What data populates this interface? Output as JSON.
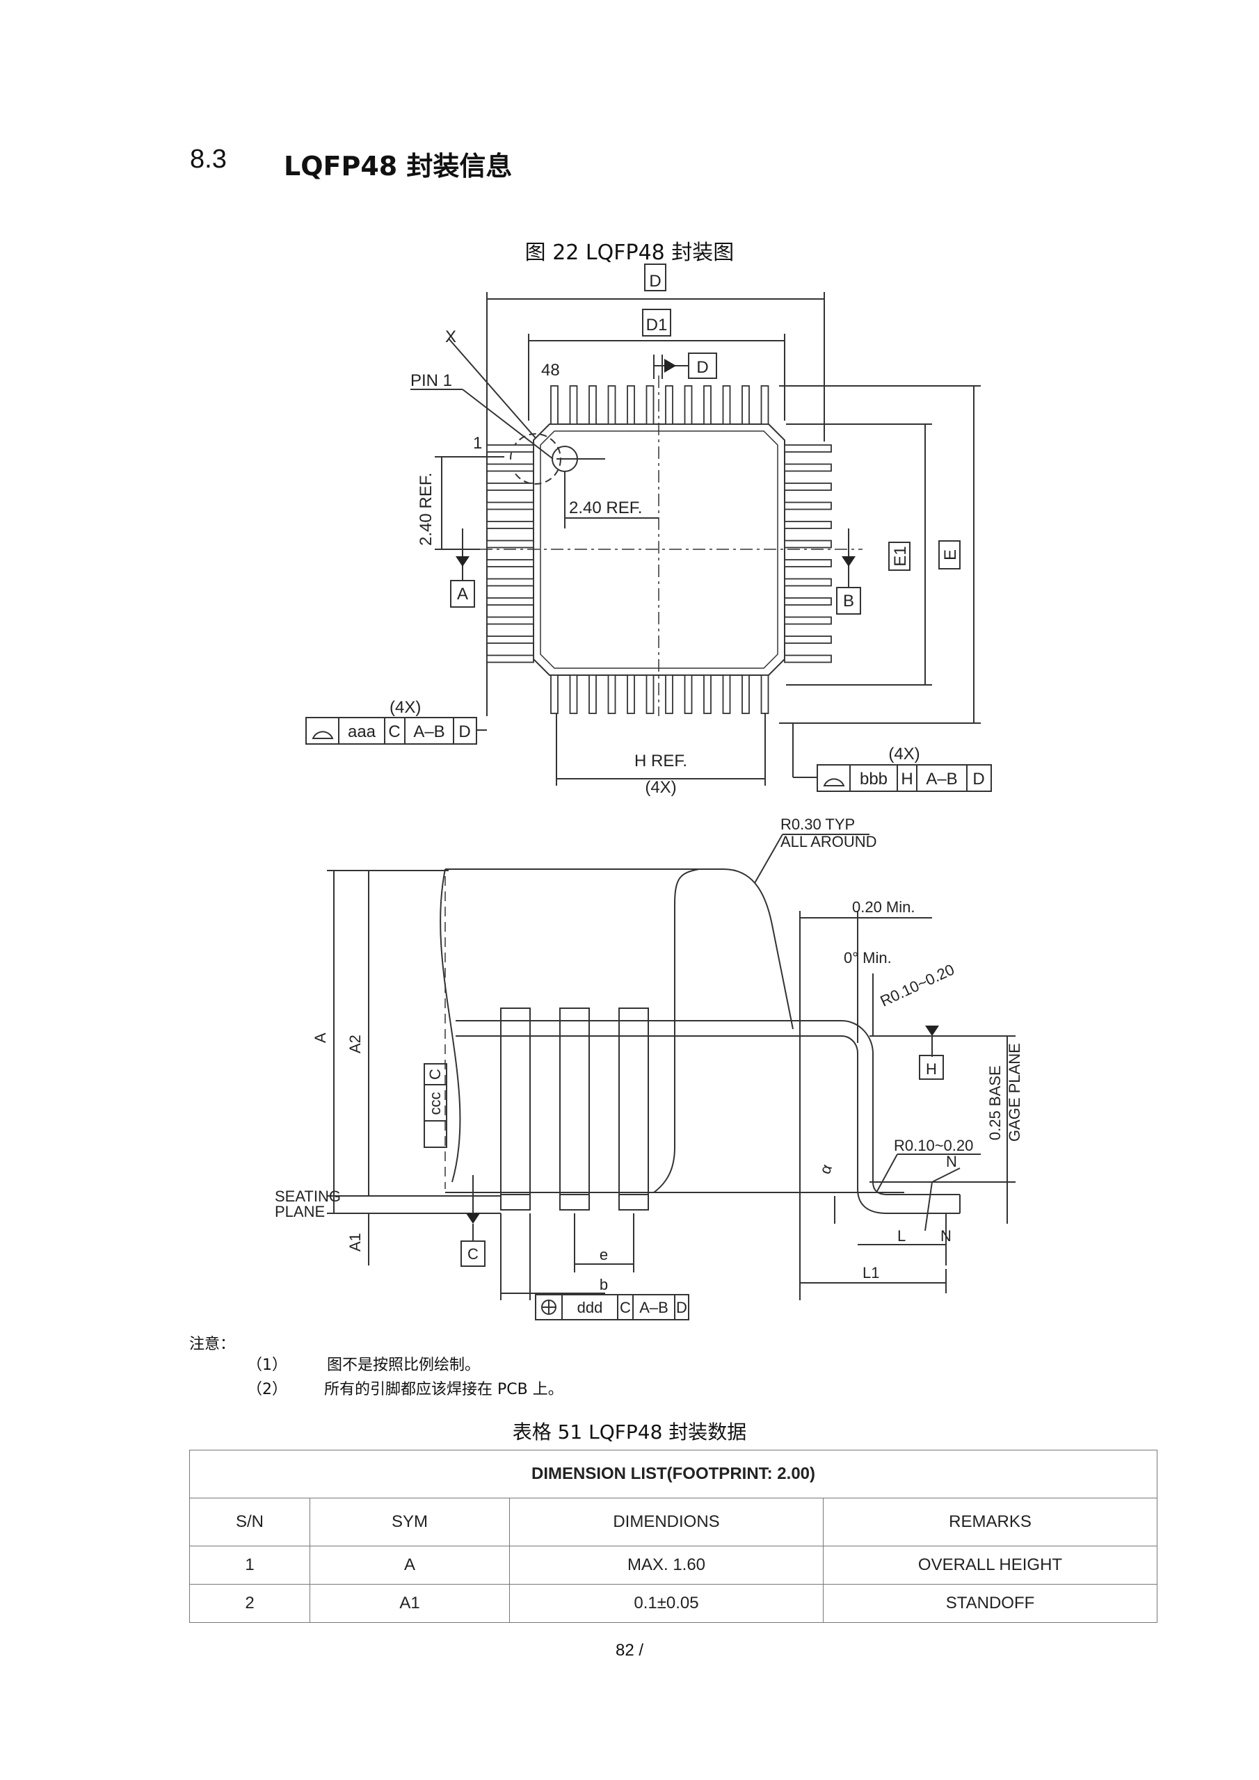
{
  "section": {
    "number": "8.3",
    "title": "LQFP48 封装信息"
  },
  "figure": {
    "caption": "图 22 LQFP48 封装图",
    "top_view_labels": {
      "D": "D",
      "D1": "D1",
      "D_ref": "D",
      "X": "X",
      "pin1": "PIN 1",
      "pin48": "48",
      "pin_one": "1",
      "ref_v": "2.40 REF.",
      "ref_h": "2.40 REF.",
      "A": "A",
      "B": "B",
      "E1": "E1",
      "E": "E",
      "fcf_count_left": "(4X)",
      "fcf_left": [
        "aaa",
        "C",
        "A–B",
        "D"
      ],
      "fcf_count_right": "(4X)",
      "fcf_right": [
        "bbb",
        "H",
        "A–B",
        "D"
      ],
      "h_ref": "H REF.",
      "h_ref_count": "(4X)"
    },
    "side_view_labels": {
      "r030_1": "R0.30 TYP",
      "r030_2": "ALL AROUND",
      "min020": "0.20 Min.",
      "min0": "0° Min.",
      "r010a": "R0.10~0.20",
      "r010b": "R0.10~0.20",
      "H": "H",
      "gage1": "0.25 BASE",
      "gage2": "GAGE PLANE",
      "N1": "N",
      "N2": "N",
      "alpha": "α",
      "L": "L",
      "L1": "L1",
      "A": "A",
      "A2": "A2",
      "A1": "A1",
      "seating1": "SEATING",
      "seating2": "PLANE",
      "C": "C",
      "e": "e",
      "b": "b",
      "fcf_ccc": [
        "ccc",
        "C"
      ],
      "fcf_ddd": [
        "ddd",
        "C",
        "A–B",
        "D"
      ]
    }
  },
  "notes": {
    "heading": "注意：",
    "items": [
      {
        "num": "（1）",
        "text": "图不是按照比例绘制。"
      },
      {
        "num": "（2）",
        "text": "所有的引脚都应该焊接在 PCB 上。"
      }
    ]
  },
  "table": {
    "caption": "表格 51 LQFP48 封装数据",
    "title": "DIMENSION LIST(FOOTPRINT: 2.00)",
    "columns": [
      "S/N",
      "SYM",
      "DIMENDIONS",
      "REMARKS"
    ],
    "rows": [
      [
        "1",
        "A",
        "MAX. 1.60",
        "OVERALL HEIGHT"
      ],
      [
        "2",
        "A1",
        "0.1±0.05",
        "STANDOFF"
      ]
    ]
  },
  "page_number": "82 /"
}
